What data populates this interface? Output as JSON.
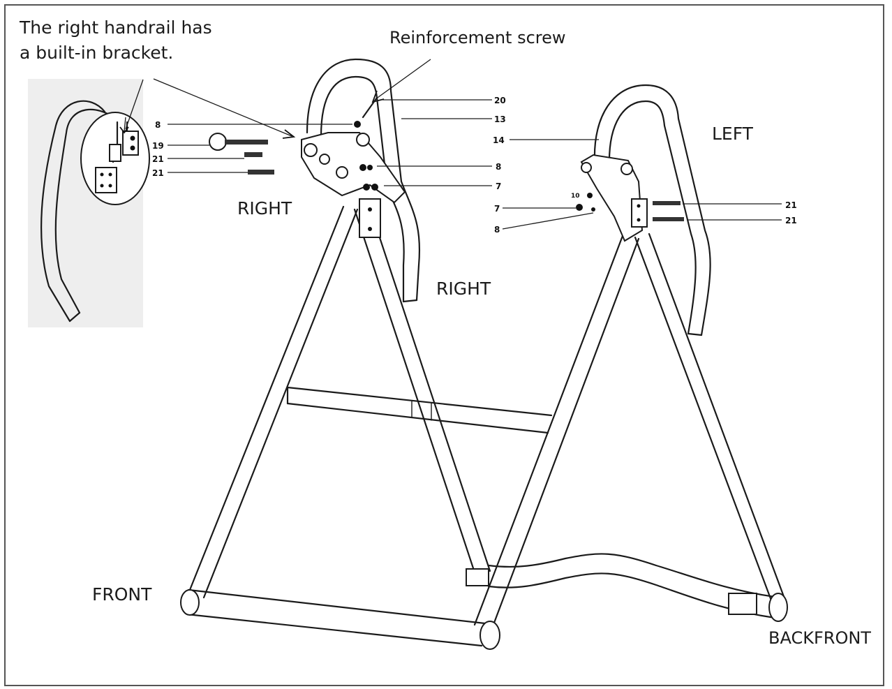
{
  "annotations": {
    "callout_text_line1": "The right handrail has",
    "callout_text_line2": "a built-in bracket.",
    "reinforcement": "Reinforcement screw",
    "right_upper": "RIGHT",
    "right_lower": "RIGHT",
    "left": "LEFT",
    "front": "FRONT",
    "backfront": "BACKFRONT"
  },
  "part_numbers": {
    "left_side": [
      "8",
      "19",
      "21",
      "21"
    ],
    "center_right": [
      "20",
      "13",
      "14",
      "8",
      "7"
    ],
    "right_side": [
      "10",
      "7",
      "8",
      "21",
      "21"
    ]
  },
  "colors": {
    "line": "#1a1a1a",
    "inset_background": "#eeeeee",
    "frame_border": "#555555"
  }
}
